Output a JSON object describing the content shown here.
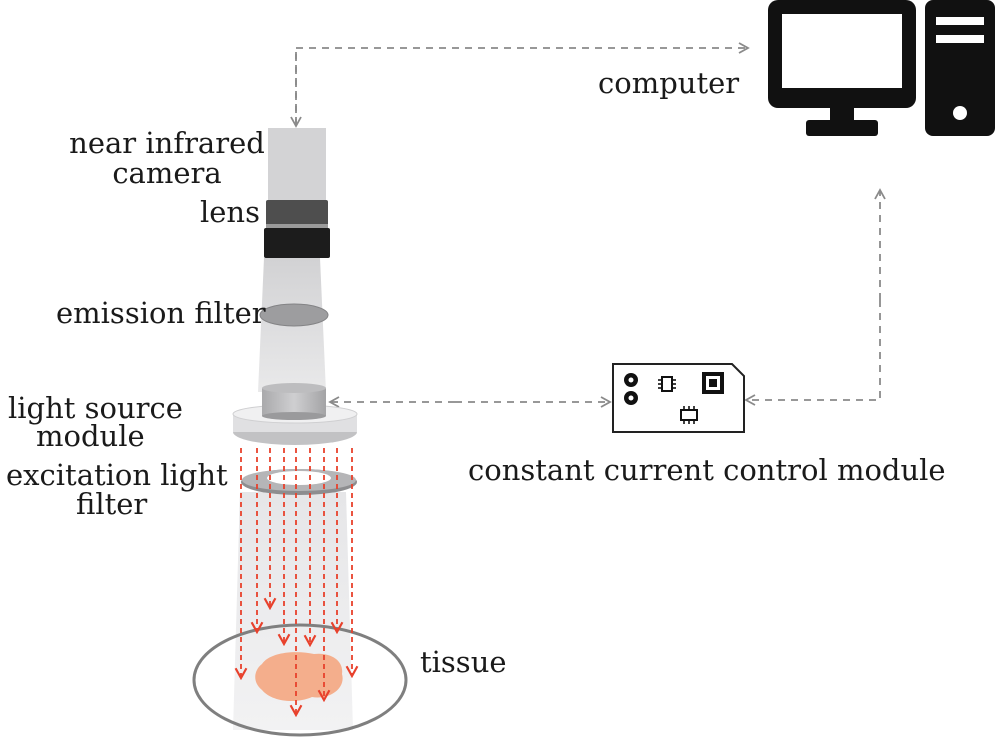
{
  "labels": {
    "computer": "computer",
    "camera_line1": "near infrared",
    "camera_line2": "camera",
    "lens": "lens",
    "emission_filter": "emission filter",
    "light_source_line1": "light source",
    "light_source_line2": "module",
    "excitation_line1": "excitation light",
    "excitation_line2": "filter",
    "control_module": "constant current control module",
    "tissue": "tissue"
  },
  "colors": {
    "dashed_connector": "#8a8a8a",
    "excitation_light": "#e8412c",
    "tissue_fluorescence": "#f5a27a",
    "icon_dark": "#111111"
  },
  "icons": [
    "computer-monitor-icon",
    "computer-tower-icon",
    "circuit-board-icon"
  ]
}
